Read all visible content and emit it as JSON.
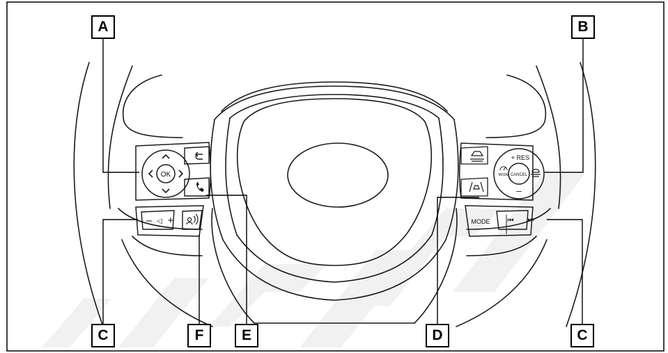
{
  "callouts": {
    "a": "A",
    "b": "B",
    "c_left": "C",
    "c_right": "C",
    "d": "D",
    "e": "E",
    "f": "F"
  },
  "buttons": {
    "ok": "OK",
    "res": "+ RES",
    "mode_small": "MODE",
    "cancel": "CANCEL",
    "minus_right": "–",
    "minus_left": "–",
    "volume_icon": "◁",
    "plus_left": "+",
    "mode": "MODE",
    "prev_track": "⏮",
    "next_track": "⏭"
  },
  "icons": {
    "back": "return-arrow-icon",
    "phone": "phone-icon",
    "voice": "voice-command-icon",
    "distance": "vehicle-distance-icon",
    "lane": "lane-assist-icon",
    "speed_limit": "speed-limiter-icon",
    "cruise_mode": "cruise-mode-icon",
    "cruise": "cruise-control-icon"
  },
  "colors": {
    "line": "#1a1a1a",
    "watermark": "#f1f1f1"
  }
}
